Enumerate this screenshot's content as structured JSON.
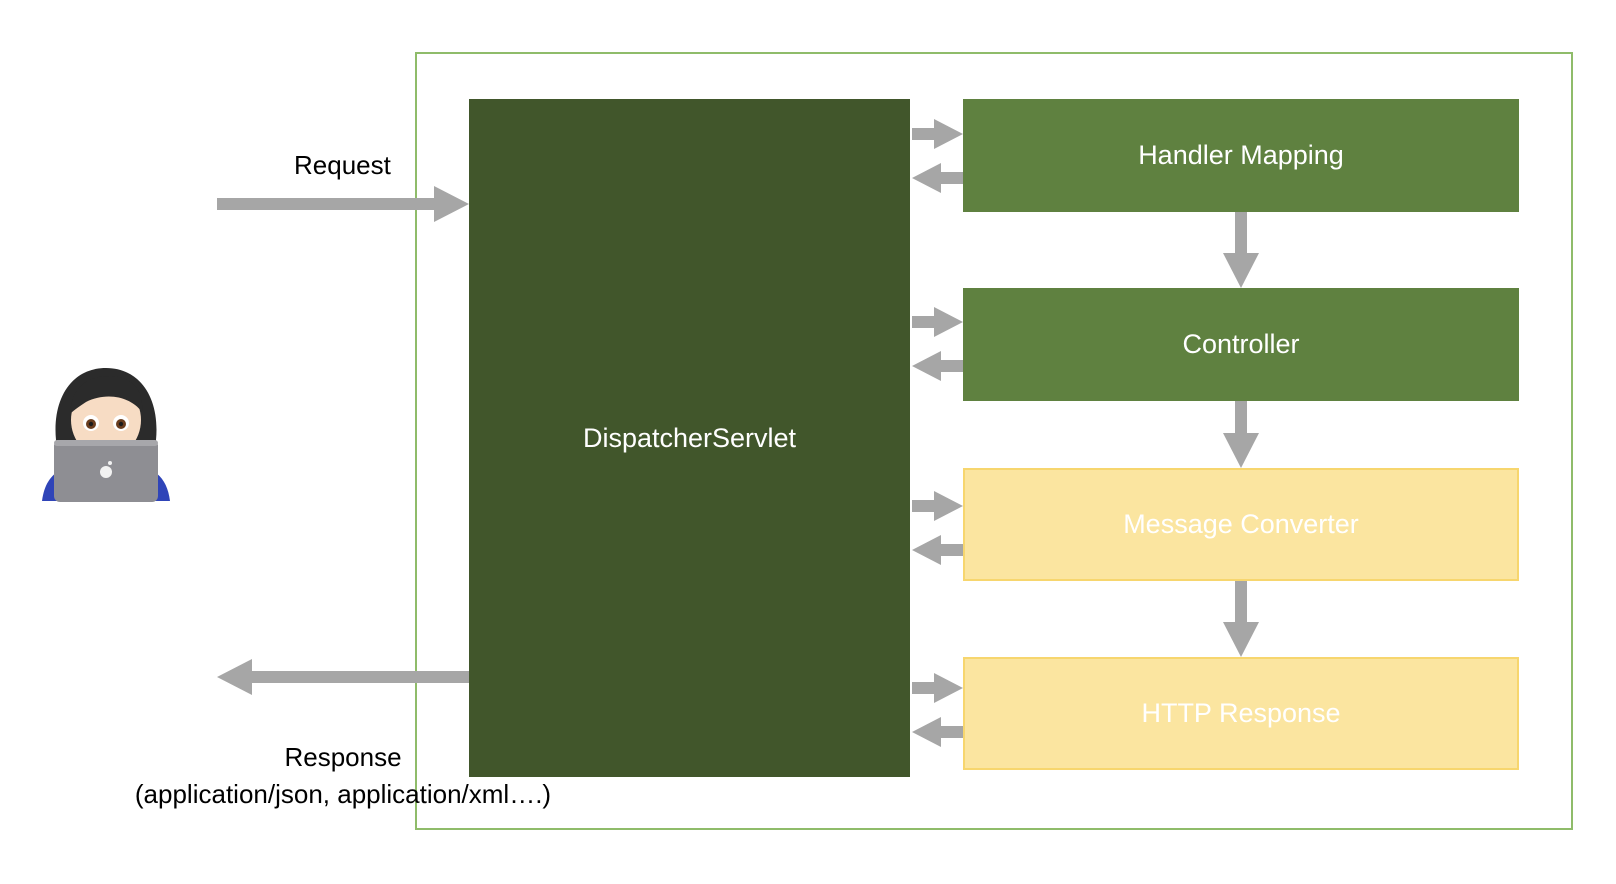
{
  "diagram": {
    "request_label": "Request",
    "response_label": "Response",
    "response_types": "(application/json, application/xml….)",
    "dispatcher": "DispatcherServlet",
    "components": [
      {
        "label": "Handler Mapping",
        "style": "green"
      },
      {
        "label": "Controller",
        "style": "green"
      },
      {
        "label": "Message Converter",
        "style": "yellow"
      },
      {
        "label": "HTTP Response",
        "style": "yellow"
      }
    ],
    "user_icon": "woman-with-laptop-icon",
    "colors": {
      "frame_border": "#8fbc6a",
      "dispatcher_fill": "#41562b",
      "component_green": "#5f8140",
      "component_yellow": "#fbe5a0",
      "arrow": "#a6a6a6"
    }
  }
}
